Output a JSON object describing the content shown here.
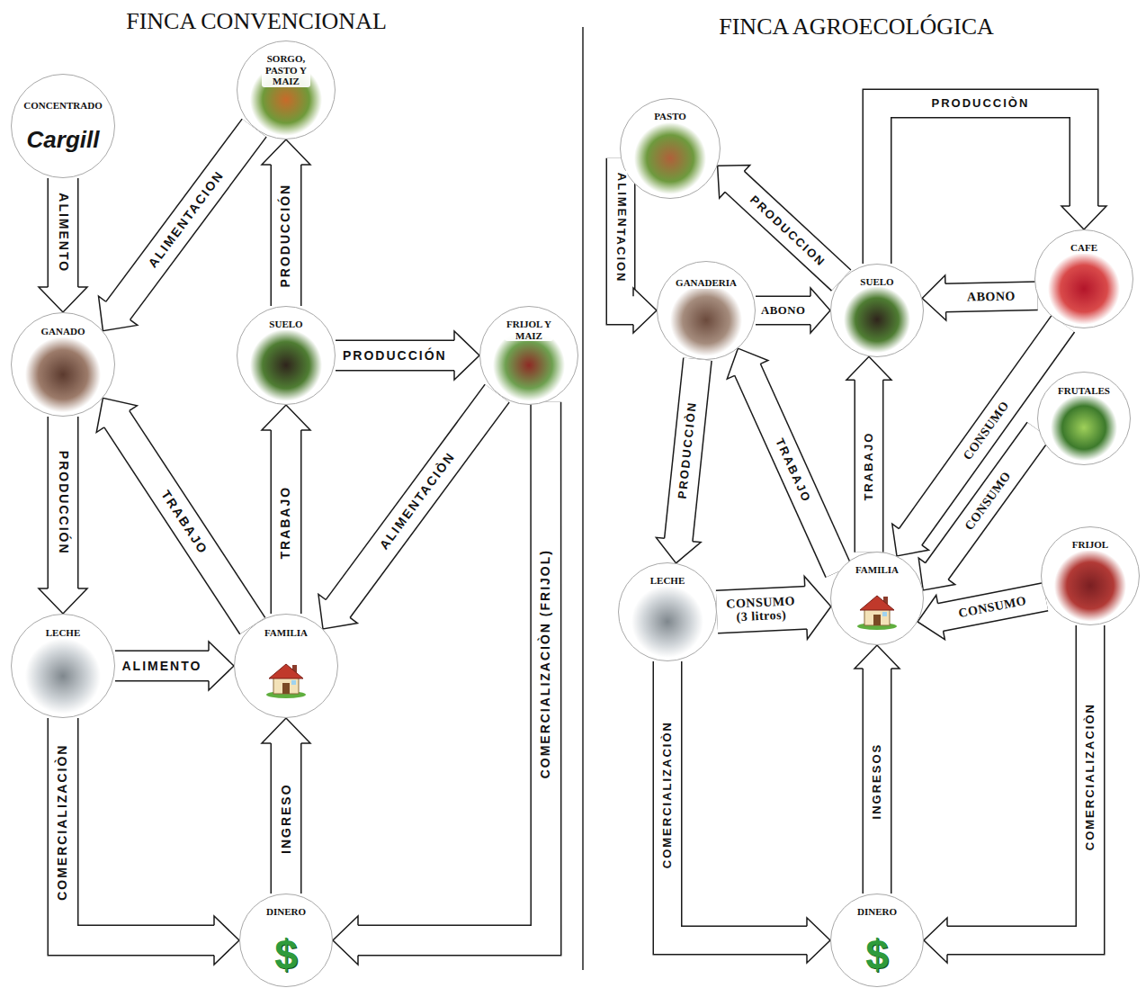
{
  "diagram": {
    "nodes": [
      {
        "text": [
          "CONCENTRADO",
          "Cargill"
        ]
      },
      {
        "text": [
          "SORGO, PASTO Y MAIZ"
        ]
      },
      {
        "text": [
          "GANADO"
        ]
      },
      {
        "text": [
          "SUELO"
        ]
      },
      {
        "text": [
          "FRIJOL Y MAIZ"
        ]
      },
      {
        "text": [
          "LECHE"
        ]
      },
      {
        "text": [
          "FAMILIA"
        ]
      },
      {
        "text": [
          "DINERO",
          "$"
        ]
      },
      {
        "text": [
          "PASTO"
        ]
      },
      {
        "text": [
          "GANADERIA"
        ]
      },
      {
        "text": [
          "SUELO"
        ]
      },
      {
        "text": [
          "CAFE"
        ]
      },
      {
        "text": [
          "FRUTALES"
        ]
      },
      {
        "text": [
          "LECHE"
        ]
      },
      {
        "text": [
          "FAMILIA"
        ]
      },
      {
        "text": [
          "FRIJOL"
        ]
      },
      {
        "text": [
          "DINERO",
          "$"
        ]
      }
    ],
    "edges": [
      {
        "from": 0,
        "to": 2,
        "label": "ALIMENTO",
        "arrow": "to"
      },
      {
        "from": 1,
        "to": 2,
        "label": "ALIMENTACION",
        "arrow": "to"
      },
      {
        "from": 3,
        "to": 1,
        "label": "PRODUCCIÓN",
        "arrow": "to"
      },
      {
        "from": 3,
        "to": 4,
        "label": "PRODUCCIÓN",
        "arrow": "to"
      },
      {
        "from": 2,
        "to": 5,
        "label": "PRODUCCIÓN",
        "arrow": "to"
      },
      {
        "from": 6,
        "to": 2,
        "label": "TRABAJO",
        "arrow": "to"
      },
      {
        "from": 6,
        "to": 3,
        "label": "TRABAJO",
        "arrow": "to"
      },
      {
        "from": 4,
        "to": 6,
        "label": "ALIMENTACIÒN",
        "arrow": "to"
      },
      {
        "from": 5,
        "to": 6,
        "label": "ALIMENTO",
        "arrow": "to"
      },
      {
        "from": 5,
        "to": 7,
        "label": "COMERCIALIZACIÒN",
        "arrow": "to"
      },
      {
        "from": 7,
        "to": 6,
        "label": "INGRESO",
        "arrow": "to"
      },
      {
        "from": 4,
        "to": 7,
        "label": "COMERCIALIZACIÒN (FRIJOL)",
        "arrow": "to"
      },
      {
        "from": 8,
        "to": 9,
        "label": "ALIMENTACION",
        "arrow": "to"
      },
      {
        "from": 10,
        "to": 8,
        "label": "PRODUCCION",
        "arrow": "to"
      },
      {
        "from": 10,
        "to": 11,
        "label": "PRODUCCIÒN",
        "arrow": "to"
      },
      {
        "from": 9,
        "to": 10,
        "label": "ABONO",
        "arrow": "to"
      },
      {
        "from": 11,
        "to": 10,
        "label": "ABONO",
        "arrow": "to"
      },
      {
        "from": 9,
        "to": 13,
        "label": "PRODUCCIÒN",
        "arrow": "to"
      },
      {
        "from": 14,
        "to": 9,
        "label": "TRABAJO",
        "arrow": "to"
      },
      {
        "from": 14,
        "to": 10,
        "label": "TRABAJO",
        "arrow": "to"
      },
      {
        "from": 11,
        "to": 14,
        "label": "CONSUMO",
        "arrow": "to"
      },
      {
        "from": 12,
        "to": 14,
        "label": "CONSUMO",
        "arrow": "to"
      },
      {
        "from": 15,
        "to": 14,
        "label": "CONSUMO",
        "arrow": "to"
      },
      {
        "from": 13,
        "to": 14,
        "label": "CONSUMO (3 litros)",
        "arrow": "to"
      },
      {
        "from": 13,
        "to": 16,
        "label": "COMERCIALIZACIÒN",
        "arrow": "to"
      },
      {
        "from": 15,
        "to": 16,
        "label": "COMERCIALIZACIÒN",
        "arrow": "to"
      },
      {
        "from": 16,
        "to": 14,
        "label": "INGRESOS",
        "arrow": "to"
      }
    ],
    "labels": [
      "FINCA CONVENCIONAL",
      "FINCA AGROECOLÓGICA"
    ]
  }
}
